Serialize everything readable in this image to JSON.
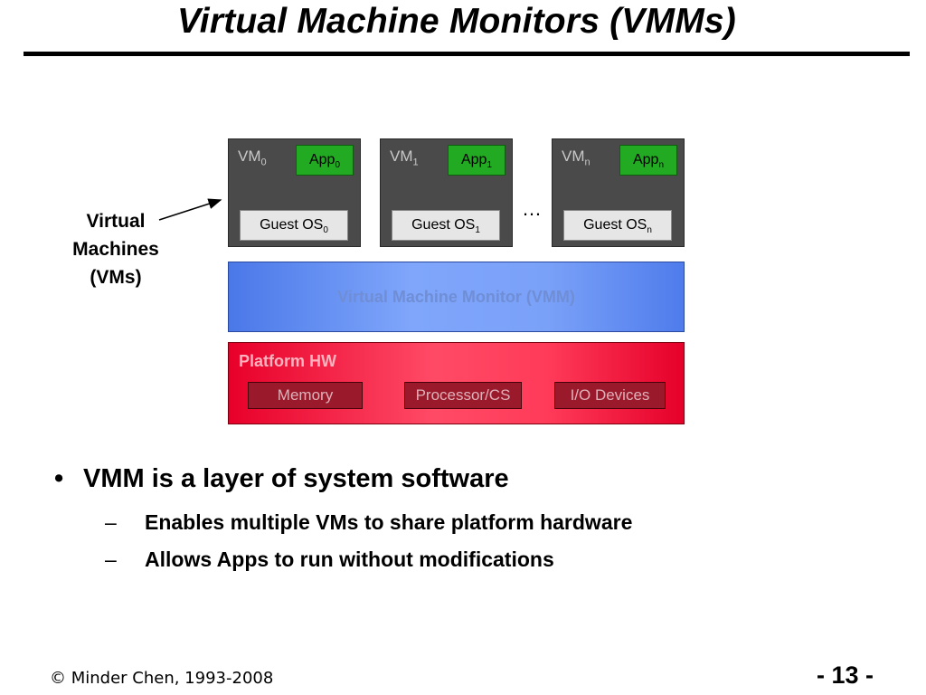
{
  "slide": {
    "title": "Virtual Machine Monitors (VMMs)",
    "footer": "© Minder Chen, 1993-2008",
    "page_number": "- 13 -"
  },
  "diagram": {
    "vms": [
      {
        "vm_label": "VM",
        "vm_sub": "0",
        "app_label": "App",
        "app_sub": "0",
        "guest_label": "Guest OS",
        "guest_sub": "0"
      },
      {
        "vm_label": "VM",
        "vm_sub": "1",
        "app_label": "App",
        "app_sub": "1",
        "guest_label": "Guest OS",
        "guest_sub": "1"
      },
      {
        "vm_label": "VM",
        "vm_sub": "n",
        "app_label": "App",
        "app_sub": "n",
        "guest_label": "Guest OS",
        "guest_sub": "n"
      }
    ],
    "ellipsis": "…",
    "vmm_label": "Virtual Machine Monitor (VMM)",
    "platform_label": "Platform  HW",
    "hw_items": [
      "Memory",
      "Processor/CS",
      "I/O Devices"
    ],
    "side_label": {
      "line1": "Virtual",
      "line2": "Machines",
      "line3": "(VMs)"
    },
    "colors": {
      "vm_box": "#4a4a4a",
      "app_box": "#22aa22",
      "guest_box": "#e6e6e6",
      "vmm_box": "#7fa6fb",
      "hw_box": "#ff3b59"
    }
  },
  "bullets": {
    "main": {
      "marker": "•",
      "text": "VMM is a layer of system software"
    },
    "subs": [
      {
        "marker": "–",
        "text": "Enables multiple VMs to share platform hardware"
      },
      {
        "marker": "–",
        "text": "Allows Apps to run without modifications"
      }
    ]
  }
}
